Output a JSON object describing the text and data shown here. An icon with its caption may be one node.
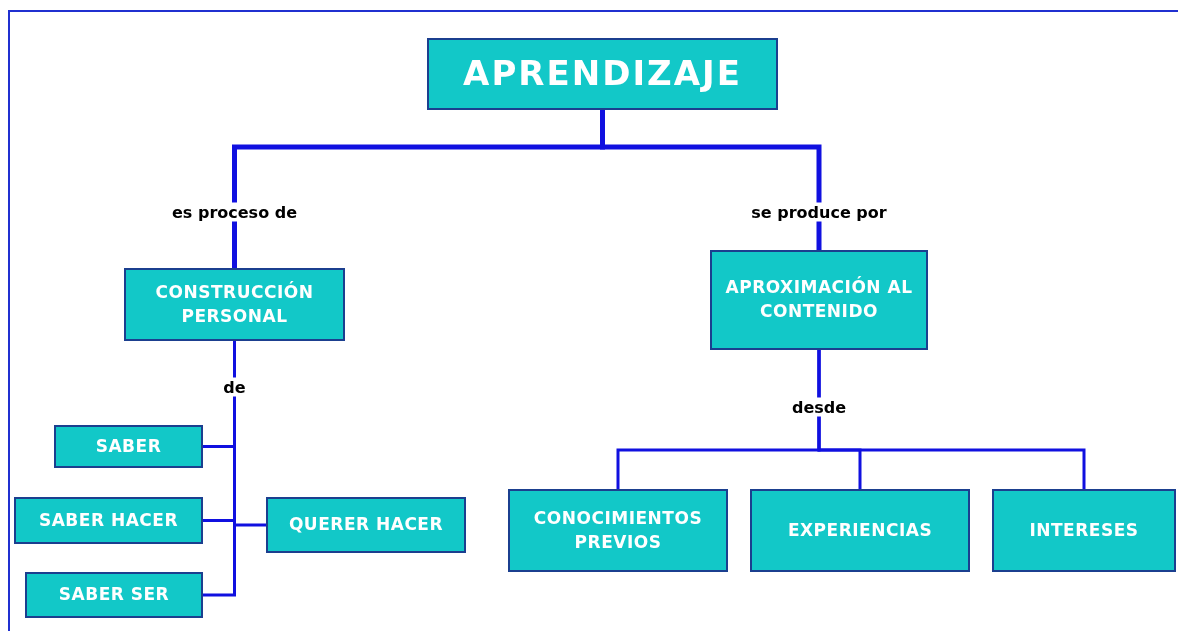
{
  "diagram": {
    "nodes": [
      {
        "text": [
          "APRENDIZAJE"
        ]
      },
      {
        "text": [
          "CONSTRUCCIÓN PERSONAL"
        ]
      },
      {
        "text": [
          "APROXIMACIÓN AL CONTENIDO"
        ]
      },
      {
        "text": [
          "SABER"
        ]
      },
      {
        "text": [
          "SABER HACER"
        ]
      },
      {
        "text": [
          "QUERER HACER"
        ]
      },
      {
        "text": [
          "SABER SER"
        ]
      },
      {
        "text": [
          "CONOCIMIENTOS PREVIOS"
        ]
      },
      {
        "text": [
          "EXPERIENCIAS"
        ]
      },
      {
        "text": [
          "INTERESES"
        ]
      }
    ],
    "edges": [
      {
        "from": 0,
        "to": 1,
        "arrow": "none",
        "label": "es proceso de"
      },
      {
        "from": 0,
        "to": 2,
        "arrow": "none",
        "label": "se produce por"
      },
      {
        "from": 1,
        "to": 3,
        "arrow": "none",
        "label": "de"
      },
      {
        "from": 1,
        "to": 4,
        "arrow": "none"
      },
      {
        "from": 1,
        "to": 5,
        "arrow": "none"
      },
      {
        "from": 1,
        "to": 6,
        "arrow": "none"
      },
      {
        "from": 2,
        "to": 7,
        "arrow": "none",
        "label": "desde"
      },
      {
        "from": 2,
        "to": 8,
        "arrow": "none"
      },
      {
        "from": 2,
        "to": 9,
        "arrow": "none"
      }
    ]
  }
}
